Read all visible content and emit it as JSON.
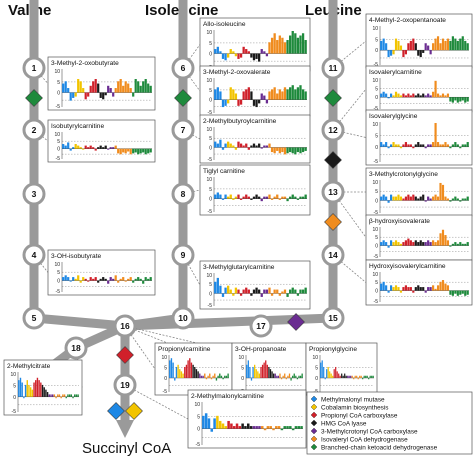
{
  "pathways": {
    "valine": "Valine",
    "isoleucine": "Isoleucine",
    "leucine": "Leucine",
    "product": "Succinyl CoA"
  },
  "steps": [
    "1",
    "2",
    "3",
    "4",
    "5",
    "6",
    "7",
    "8",
    "9",
    "10",
    "11",
    "12",
    "13",
    "14",
    "15",
    "16",
    "17",
    "18",
    "19"
  ],
  "panels": [
    {
      "key": "p_methyl2oxobutyrate",
      "title": "3-Methyl-2-oxobutyrate",
      "ticks": [
        "10",
        "5",
        "0",
        "-5"
      ],
      "profile": [
        0.4,
        0.5,
        0.2,
        -0.6,
        -0.4,
        -0.3,
        0.6,
        0.5,
        0.2,
        -0.5,
        -0.3,
        0.3,
        0.5,
        0.6,
        0.4,
        -0.4,
        -0.5,
        -0.2,
        0.3,
        0.2,
        -0.3,
        0.2,
        0.5,
        0.6,
        0.3,
        0.5,
        0.4,
        0.2,
        -0.3,
        0.6,
        0.5,
        0.3,
        0.5,
        0.6,
        0.4,
        0.3
      ]
    },
    {
      "key": "p_isobutyrylcarnitine",
      "title": "Isobutyrylcarnitine",
      "ticks": [
        "10",
        "5",
        "0",
        "-5"
      ],
      "profile": [
        0.3,
        0.2,
        0.4,
        -0.2,
        0.1,
        0.3,
        0.2,
        0.1,
        -0.1,
        0.2,
        0.1,
        0.2,
        0.1,
        -0.2,
        0.1,
        0.2,
        0.1,
        0.2,
        -0.1,
        0.1,
        0.1,
        0.2,
        -0.5,
        -0.6,
        -0.4,
        -0.5,
        -0.3,
        -0.6,
        -0.5,
        -0.4,
        -0.6,
        -0.5,
        -0.4,
        -0.6,
        -0.5,
        -0.4
      ]
    },
    {
      "key": "p_ohisobutyrate",
      "title": "3-OH-isobutyrate",
      "ticks": [
        "10",
        "5",
        "0",
        "-5"
      ],
      "profile": [
        0.2,
        0.3,
        0.2,
        -0.1,
        0.2,
        0.1,
        0.3,
        -0.2,
        0.2,
        0.1,
        -0.1,
        0.2,
        0.1,
        0.2,
        -0.2,
        0.1,
        0.2,
        0.1,
        -0.3,
        0.2,
        0.1,
        0.3,
        -0.2,
        0.1,
        0.2,
        -0.1,
        0.1,
        0.2,
        -0.2,
        0.1,
        0.2,
        0.1,
        -0.3,
        0.2,
        0.1,
        0.2
      ]
    },
    {
      "key": "p_alloisoleucine",
      "title": "Allo-isoleucine",
      "ticks": [
        "10",
        "5",
        "0",
        "-5"
      ],
      "profile": [
        0.2,
        0.3,
        0.1,
        -0.4,
        -0.5,
        -0.3,
        0.2,
        0.1,
        -0.2,
        -0.4,
        -0.3,
        0.3,
        0.2,
        0.1,
        -0.3,
        -0.5,
        -0.4,
        -0.6,
        0.2,
        0.1,
        -0.2,
        0.5,
        0.7,
        0.9,
        0.6,
        0.8,
        0.7,
        0.5,
        0.6,
        0.8,
        1.0,
        0.9,
        0.7,
        0.8,
        0.9,
        0.6
      ]
    },
    {
      "key": "p_methyl2oxovalerate",
      "title": "3-Methyl-2-oxovalerate",
      "ticks": [
        "10",
        "5",
        "0",
        "-5"
      ],
      "profile": [
        0.5,
        0.6,
        0.4,
        -0.6,
        -0.5,
        -0.3,
        0.6,
        0.5,
        0.3,
        -0.5,
        -0.4,
        0.4,
        0.5,
        0.6,
        0.4,
        -0.5,
        -0.6,
        -0.3,
        0.3,
        0.2,
        -0.3,
        0.4,
        0.5,
        0.6,
        0.3,
        0.5,
        0.4,
        0.6,
        0.5,
        0.6,
        0.7,
        0.5,
        0.6,
        0.7,
        0.5,
        0.4
      ]
    },
    {
      "key": "p_methylbutyroylcarnitine",
      "title": "2-Methylbutyroylcarnitine",
      "ticks": [
        "10",
        "5",
        "0",
        "-5"
      ],
      "profile": [
        0.3,
        0.2,
        0.4,
        -0.2,
        0.2,
        0.3,
        0.2,
        0.1,
        -0.2,
        0.3,
        0.2,
        0.1,
        0.2,
        -0.2,
        0.1,
        0.2,
        0.1,
        0.2,
        -0.1,
        0.1,
        0.1,
        0.2,
        -0.4,
        -0.5,
        -0.3,
        -0.5,
        -0.4,
        -0.6,
        -0.5,
        -0.4,
        -0.5,
        -0.6,
        -0.4,
        -0.5,
        -0.4,
        -0.3
      ]
    },
    {
      "key": "p_tiglylcarnitine",
      "title": "Tiglyl carnitine",
      "ticks": [
        "10",
        "5",
        "0",
        "-5"
      ],
      "profile": [
        0.2,
        0.3,
        0.2,
        -0.1,
        0.2,
        0.1,
        0.2,
        -0.1,
        0.1,
        0.2,
        -0.1,
        0.1,
        0.2,
        0.1,
        -0.1,
        0.1,
        0.2,
        0.1,
        -0.2,
        0.1,
        0.1,
        0.2,
        -0.1,
        0.1,
        0.2,
        -0.1,
        0.1,
        0.1,
        -0.2,
        0.1,
        0.2,
        0.1,
        -0.1,
        0.1,
        0.1,
        0.2
      ]
    },
    {
      "key": "p_methylglutarylcarnitine",
      "title": "3-Methylglutarylcarnitine",
      "ticks": [
        "10",
        "5",
        "0",
        "-5"
      ],
      "profile": [
        0.6,
        0.8,
        0.4,
        -0.3,
        0.3,
        0.4,
        0.2,
        -0.2,
        0.3,
        0.2,
        -0.2,
        0.2,
        0.3,
        0.2,
        -0.2,
        0.2,
        0.3,
        0.2,
        -0.3,
        0.2,
        0.2,
        0.3,
        -0.2,
        0.2,
        0.2,
        -0.2,
        0.1,
        0.2,
        -0.3,
        0.2,
        0.3,
        0.2,
        -0.2,
        0.2,
        0.2,
        0.3
      ]
    },
    {
      "key": "p_methyl2oxopentanoate",
      "title": "4-Methyl-2-oxopentanoate",
      "ticks": [
        "10",
        "5",
        "0",
        "-5"
      ],
      "profile": [
        0.4,
        0.5,
        0.3,
        -0.5,
        -0.4,
        -0.3,
        0.5,
        0.4,
        0.2,
        -0.5,
        -0.3,
        0.3,
        0.4,
        0.5,
        0.3,
        -0.4,
        -0.5,
        -0.2,
        0.3,
        0.2,
        -0.3,
        0.3,
        0.5,
        0.6,
        0.3,
        0.5,
        0.4,
        0.5,
        0.4,
        0.6,
        0.5,
        0.4,
        0.5,
        0.6,
        0.4,
        0.3
      ]
    },
    {
      "key": "p_isovalerylcarnitine",
      "title": "Isovalerylcarnitine",
      "ticks": [
        "10",
        "5",
        "0",
        "-5"
      ],
      "profile": [
        0.2,
        0.3,
        0.2,
        -0.1,
        0.2,
        0.1,
        0.3,
        0.2,
        0.1,
        0.2,
        0.1,
        0.2,
        0.1,
        0.2,
        0.1,
        0.2,
        0.1,
        0.2,
        0.1,
        0.2,
        0.1,
        0.3,
        0.9,
        0.2,
        0.1,
        0.2,
        0.1,
        0.2,
        -0.4,
        -0.5,
        -0.3,
        -0.5,
        -0.4,
        -0.3,
        -0.5,
        -0.4
      ]
    },
    {
      "key": "p_isovalerylglycine",
      "title": "Isovalerylglycine",
      "ticks": [
        "10",
        "5",
        "0",
        "-5"
      ],
      "profile": [
        0.2,
        0.1,
        0.2,
        -0.1,
        0.1,
        0.2,
        0.1,
        0.1,
        -0.1,
        0.1,
        0.2,
        0.1,
        0.1,
        -0.1,
        0.1,
        0.2,
        0.1,
        0.1,
        -0.1,
        0.1,
        0.1,
        0.2,
        1.0,
        0.2,
        0.1,
        0.1,
        0.2,
        0.1,
        -0.1,
        0.1,
        0.2,
        0.1,
        -0.1,
        0.1,
        0.1,
        0.2
      ]
    },
    {
      "key": "p_methylcrotonylglycine",
      "title": "3-Methylcrotonylglycine",
      "ticks": [
        "10",
        "5",
        "0",
        "-5"
      ],
      "profile": [
        0.2,
        0.3,
        0.2,
        -0.2,
        0.3,
        0.2,
        0.2,
        0.3,
        0.2,
        0.1,
        0.2,
        0.3,
        0.2,
        0.3,
        0.2,
        0.1,
        0.2,
        0.3,
        -0.1,
        0.2,
        0.1,
        0.2,
        0.3,
        0.2,
        0.9,
        0.8,
        0.2,
        0.1,
        -0.1,
        0.1,
        0.2,
        0.1,
        -0.1,
        0.1,
        0.1,
        0.2
      ]
    },
    {
      "key": "p_hydroxyisovalerate",
      "title": "β-hydroxyisovalerate",
      "ticks": [
        "10",
        "5",
        "0",
        "-5"
      ],
      "profile": [
        0.2,
        0.3,
        0.2,
        -0.2,
        0.3,
        0.2,
        0.3,
        0.2,
        0.1,
        0.2,
        0.3,
        0.4,
        0.3,
        0.2,
        0.3,
        0.2,
        0.3,
        0.2,
        0.2,
        0.3,
        0.2,
        0.3,
        0.2,
        0.3,
        0.7,
        0.9,
        0.6,
        0.3,
        -0.1,
        0.1,
        0.2,
        0.1,
        0.2,
        0.1,
        0.1,
        0.2
      ]
    },
    {
      "key": "p_hydroxyisovalerylcarnitine",
      "title": "Hydroxyisovalerylcarnitine",
      "ticks": [
        "10",
        "5",
        "0",
        "-5"
      ],
      "profile": [
        0.4,
        0.5,
        0.3,
        -0.2,
        0.3,
        0.2,
        0.3,
        0.2,
        -0.2,
        0.2,
        0.3,
        0.2,
        0.2,
        -0.2,
        0.2,
        0.3,
        0.2,
        0.2,
        -0.2,
        0.2,
        0.2,
        0.3,
        0.1,
        0.3,
        0.5,
        0.6,
        0.4,
        0.3,
        -0.4,
        -0.5,
        -0.3,
        -0.5,
        -0.4,
        -0.3,
        -0.5,
        -0.4
      ]
    },
    {
      "key": "p_propionylcarnitine",
      "title": "Propionylcarnitine",
      "ticks": [
        "10",
        "5",
        "0",
        "-5"
      ],
      "profile": [
        0.8,
        0.9,
        0.7,
        -0.2,
        0.5,
        0.6,
        0.4,
        0.3,
        0.2,
        0.5,
        0.6,
        0.8,
        0.9,
        0.7,
        0.6,
        0.5,
        0.4,
        0.3,
        0.2,
        0.1,
        0.1,
        0.2,
        -0.1,
        0.1,
        0.2,
        -0.1,
        0.1,
        0.2,
        -0.2,
        0.1,
        0.2,
        0.1,
        -0.1,
        0.1,
        0.1,
        0.2
      ]
    },
    {
      "key": "p_ohpropanoate",
      "title": "3-OH-propanoate",
      "ticks": [
        "10",
        "5",
        "0",
        "-5"
      ],
      "profile": [
        0.6,
        0.8,
        0.5,
        -0.2,
        0.5,
        0.6,
        0.4,
        0.3,
        0.2,
        0.5,
        0.6,
        0.7,
        0.8,
        0.6,
        0.5,
        0.4,
        0.3,
        0.2,
        0.2,
        0.1,
        0.1,
        0.2,
        -0.1,
        0.1,
        0.2,
        -0.1,
        0.1,
        0.2,
        -0.2,
        0.1,
        0.2,
        0.1,
        -0.1,
        0.1,
        0.1,
        0.2
      ]
    },
    {
      "key": "p_propionylglycine",
      "title": "Propionylglycine",
      "ticks": [
        "10",
        "5",
        "0",
        "-5"
      ],
      "profile": [
        0.7,
        0.8,
        0.5,
        -0.1,
        0.4,
        0.5,
        0.3,
        0.2,
        0.1,
        0.4,
        0.5,
        0.3,
        0.2,
        0.1,
        0.2,
        0.1,
        0.2,
        0.1,
        0.1,
        0.1,
        0.1,
        0.1,
        -0.1,
        0.1,
        0.1,
        -0.1,
        0.1,
        0.1,
        -0.1,
        0.1,
        0.1,
        0.1,
        -0.1,
        0.1,
        0.1,
        0.1
      ]
    },
    {
      "key": "p_methylcitrate",
      "title": "2-Methylcitrate",
      "ticks": [
        "10",
        "5",
        "0",
        "-5"
      ],
      "profile": [
        0.7,
        0.8,
        0.6,
        -0.1,
        0.5,
        0.7,
        0.5,
        0.4,
        0.3,
        0.6,
        0.7,
        0.8,
        0.7,
        0.6,
        0.5,
        0.4,
        0.3,
        0.2,
        0.1,
        0.1,
        0.1,
        0.1,
        -0.1,
        0.1,
        0.1,
        -0.1,
        0.1,
        0.1,
        -0.1,
        0.1,
        0.1,
        0.1,
        -0.1,
        0.1,
        0.1,
        0.1
      ]
    },
    {
      "key": "p_methylmalonylcarnitine",
      "title": "2-Methylmalonylcarnitine",
      "ticks": [
        "10",
        "5",
        "0",
        "-5"
      ],
      "profile": [
        0.5,
        0.6,
        0.4,
        -0.2,
        0.4,
        0.5,
        0.3,
        0.2,
        0.1,
        0.3,
        0.2,
        0.1,
        0.2,
        0.1,
        0.2,
        0.1,
        0.2,
        0.1,
        0.1,
        0.1,
        0.1,
        0.1,
        -0.1,
        0.1,
        0.1,
        -0.1,
        0.1,
        0.1,
        -0.1,
        0.1,
        0.1,
        0.1,
        -0.1,
        0.1,
        0.1,
        0.1
      ]
    }
  ],
  "legend": [
    {
      "label": "Methylmalonyl mutase",
      "color": "#1e88e5"
    },
    {
      "label": "Cobalamin biosynthesis",
      "color": "#f2c400"
    },
    {
      "label": "Propionyl CoA carboxylase",
      "color": "#d0202a"
    },
    {
      "label": "HMG CoA lyase",
      "color": "#1a1a1a"
    },
    {
      "label": "3-Methylcrotonyl CoA carboxylase",
      "color": "#6a2c91"
    },
    {
      "label": "Isovaleryl CoA dehydrogenase",
      "color": "#f08c1e"
    },
    {
      "label": "Branched-chain ketoacid dehydrogenase",
      "color": "#1e8a3c"
    }
  ],
  "colors": {
    "groups": [
      "#1e88e5",
      "#f2c400",
      "#d0202a",
      "#1a1a1a",
      "#6a2c91",
      "#f08c1e",
      "#1e8a3c"
    ],
    "track": "#9a9a9a",
    "node_fill": "#ffffff",
    "node_stroke": "#9a9a9a"
  },
  "diamonds": [
    {
      "key": "d_valine",
      "enzyme": "Branched-chain ketoacid dehydrogenase"
    },
    {
      "key": "d_isoleucine",
      "enzyme": "Branched-chain ketoacid dehydrogenase"
    },
    {
      "key": "d_leucine_bckdh",
      "enzyme": "Branched-chain ketoacid dehydrogenase"
    },
    {
      "key": "d_leucine_hmg",
      "enzyme": "HMG CoA lyase"
    },
    {
      "key": "d_leucine_ivd",
      "enzyme": "Isovaleryl CoA dehydrogenase"
    },
    {
      "key": "d_mcc",
      "enzyme": "3-Methylcrotonyl CoA carboxylase"
    },
    {
      "key": "d_pcc",
      "enzyme": "Propionyl CoA carboxylase"
    },
    {
      "key": "d_mut",
      "enzyme": "Methylmalonyl mutase"
    },
    {
      "key": "d_cbl",
      "enzyme": "Cobalamin biosynthesis"
    }
  ]
}
